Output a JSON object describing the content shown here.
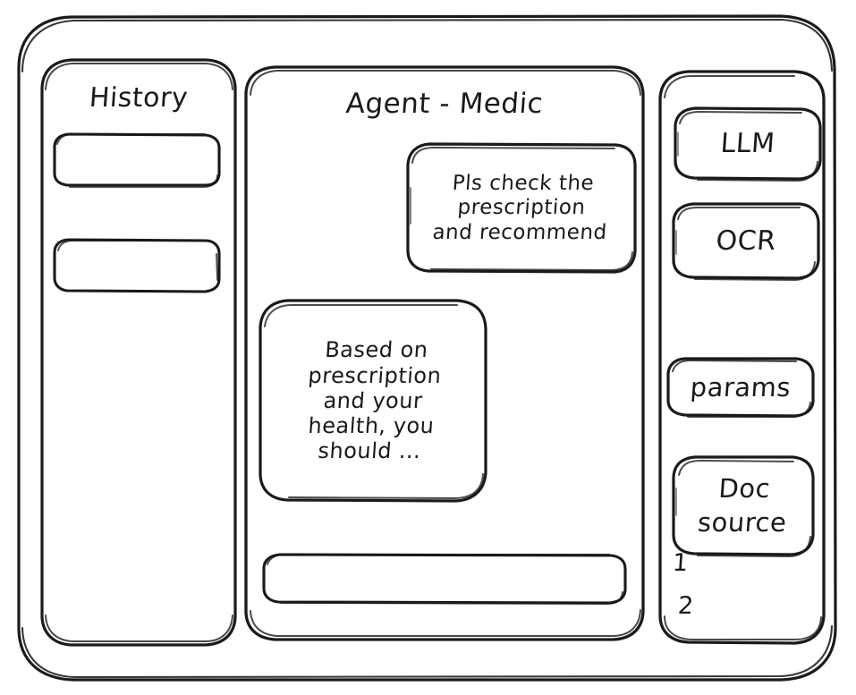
{
  "window": {
    "name": "agent-medic-wireframe"
  },
  "history": {
    "title": "History",
    "items": [
      {
        "label": ""
      },
      {
        "label": ""
      }
    ]
  },
  "main": {
    "title": "Agent - Medic",
    "messages": [
      {
        "role": "user",
        "text": "Pls check the\nprescription\nand recommend"
      },
      {
        "role": "agent",
        "text": "Based on\nprescription\nand your\nhealth, you\nshould ..."
      }
    ],
    "composer": {
      "value": "",
      "placeholder": ""
    }
  },
  "tools": {
    "buttons": [
      {
        "label": "LLM"
      },
      {
        "label": "OCR"
      },
      {
        "label": "params"
      },
      {
        "label": "Doc\nsource"
      }
    ],
    "doc_sources": [
      {
        "label": "1"
      },
      {
        "label": "2"
      }
    ]
  },
  "colors": {
    "ink": "#1a1a1a",
    "paper": "#ffffff"
  }
}
